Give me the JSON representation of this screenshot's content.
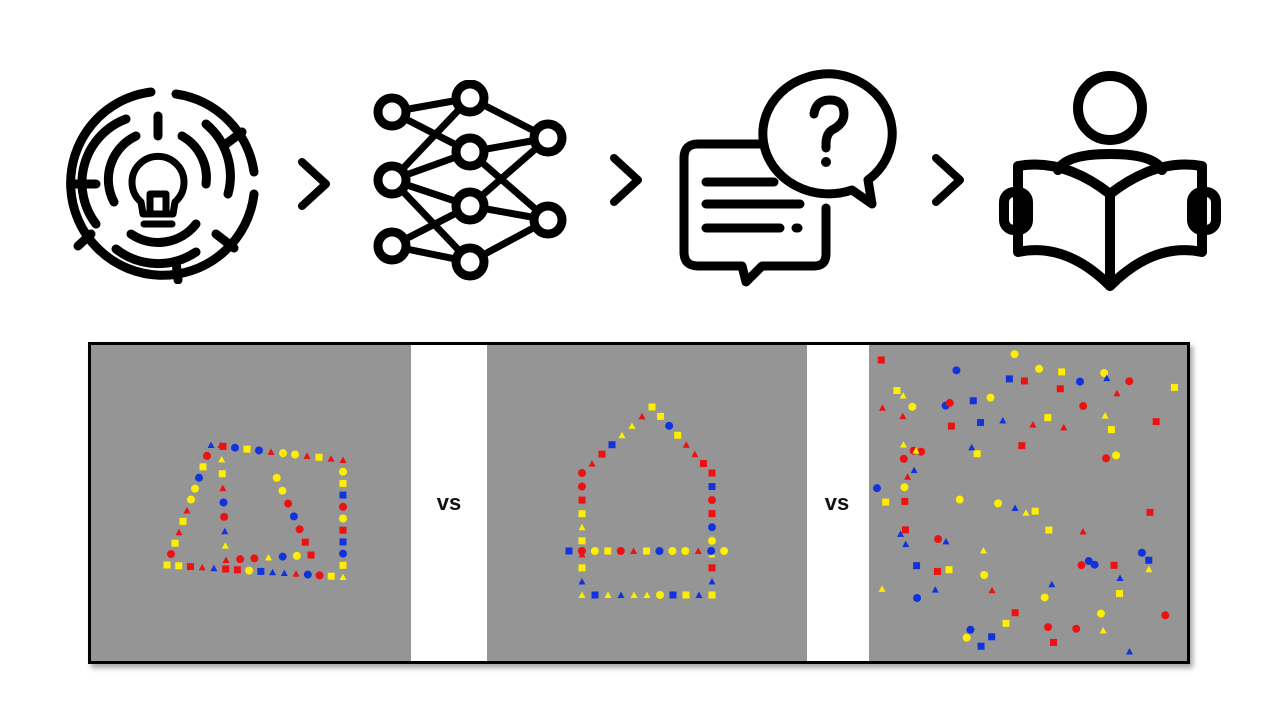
{
  "pipeline": {
    "steps": [
      {
        "icon": "maze-lightbulb-icon"
      },
      {
        "icon": "neural-network-icon"
      },
      {
        "icon": "question-chat-icon"
      },
      {
        "icon": "person-reading-icon"
      }
    ],
    "separator_icon": "chevron-right-icon"
  },
  "comparison": {
    "vs_label_1": "vs",
    "vs_label_2": "vs",
    "colors": {
      "red": "#ee1111",
      "yellow": "#ffee00",
      "blue": "#1133dd",
      "panel": "#959595"
    },
    "panels": [
      {
        "name": "trapezoid-pattern",
        "description_shape": "trapezoid"
      },
      {
        "name": "house-pattern",
        "description_shape": "pentagon"
      },
      {
        "name": "random-scatter",
        "description_shape": "random"
      }
    ]
  }
}
